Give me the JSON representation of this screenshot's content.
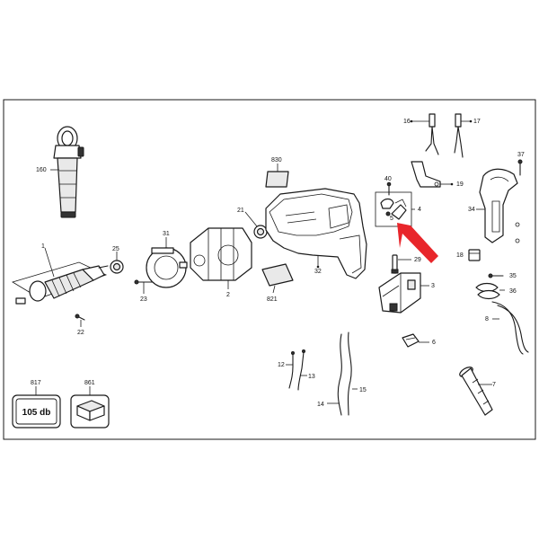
{
  "labels": {
    "l160": "160",
    "l16": "16",
    "l17": "17",
    "l830": "830",
    "l40": "40",
    "l19": "19",
    "l37": "37",
    "l21": "21",
    "l4": "4",
    "l5": "5",
    "l34": "34",
    "l31": "31",
    "l25": "25",
    "l1": "1",
    "l32": "32",
    "l2": "2",
    "l29": "29",
    "l18": "18",
    "l35": "35",
    "l23": "23",
    "l821": "821",
    "l3": "3",
    "l36": "36",
    "l22": "22",
    "l8": "8",
    "l6": "6",
    "l12": "12",
    "l13": "13",
    "l15": "15",
    "l817": "817",
    "l861": "861",
    "l14": "14",
    "l7": "7"
  },
  "badge_text": "105 db",
  "colors": {
    "arrow": "#e8262b",
    "line": "#1a1a1a"
  }
}
